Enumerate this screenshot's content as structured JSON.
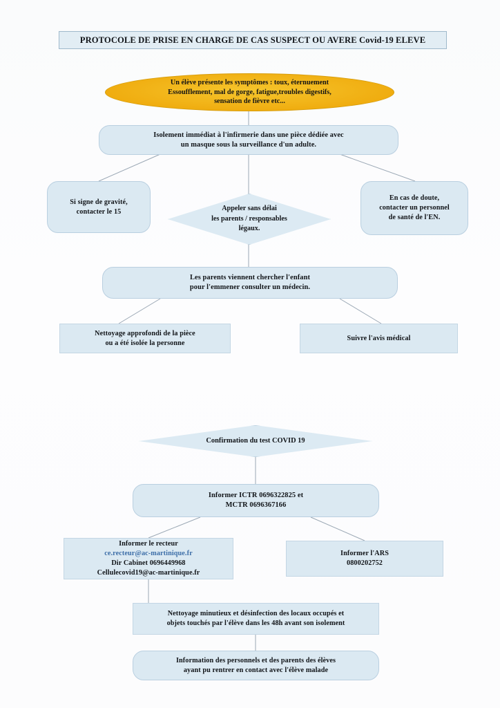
{
  "document": {
    "title": "PROTOCOLE DE PRISE EN CHARGE DE CAS SUSPECT OU AVERE Covid-19 ELEVE",
    "accent_blue": "#3d6ea8",
    "node_fill": "#dbe9f2",
    "node_stroke": "#b9cfe0",
    "start_fill": "#f0ad10",
    "connector_stroke": "#9aa7b4"
  },
  "flow_top": {
    "start": {
      "shape": "ellipse",
      "line1": "Un élève présente les symptômes : toux, éternuement",
      "line2": "Essoufflement, mal de gorge, fatigue,troubles digestifs,",
      "line3": "sensation de fièvre etc..."
    },
    "isolation": {
      "shape": "rounded-box",
      "line1": "Isolement immédiat à l'infirmerie dans une pièce dédiée avec",
      "line2": "un masque sous la surveillance d'un adulte."
    },
    "gravity": {
      "shape": "rounded-box",
      "line1": "Si signe de gravité,",
      "line2": "contacter le 15"
    },
    "call_parents": {
      "shape": "diamond",
      "line1": "Appeler sans délai",
      "line2": "les parents / responsables",
      "line3": "légaux."
    },
    "doubt": {
      "shape": "rounded-box",
      "line1": "En cas de doute,",
      "line2": "contacter un personnel",
      "line3": "de santé de l'EN."
    },
    "parents_pickup": {
      "shape": "rounded-box",
      "line1": "Les parents viennent chercher l'enfant",
      "line2": "pour l'emmener consulter un médecin."
    },
    "cleaning_room": {
      "shape": "box",
      "line1": "Nettoyage approfondi de la pièce",
      "line2": "ou a été isolée la personne"
    },
    "follow_advice": {
      "shape": "box",
      "line1": "Suivre l'avis médical"
    }
  },
  "flow_bottom": {
    "confirmation": {
      "shape": "diamond",
      "line1": "Confirmation du test COVID 19"
    },
    "inform_ictr": {
      "shape": "rounded-box",
      "line1": "Informer ICTR 0696322825 et",
      "line2": "MCTR 0696367166"
    },
    "inform_rector": {
      "shape": "box",
      "line1": "Informer le recteur",
      "email1": "ce.recteur@ac-martinique.fr",
      "line3": "Dir Cabinet 0696449968",
      "line4": "Cellulecovid19@ac-martinique.fr"
    },
    "inform_ars": {
      "shape": "box",
      "line1": "Informer l'ARS",
      "line2": "0800202752"
    },
    "deep_clean": {
      "shape": "box",
      "line1": "Nettoyage minutieux et désinfection des locaux occupés et",
      "line2": "objets touchés par l'élève dans les 48h avant son isolement"
    },
    "inform_contacts": {
      "shape": "rounded-box",
      "line1": "Information des personnels et des parents des élèves",
      "line2": "ayant pu rentrer en contact avec l'élève malade"
    }
  }
}
